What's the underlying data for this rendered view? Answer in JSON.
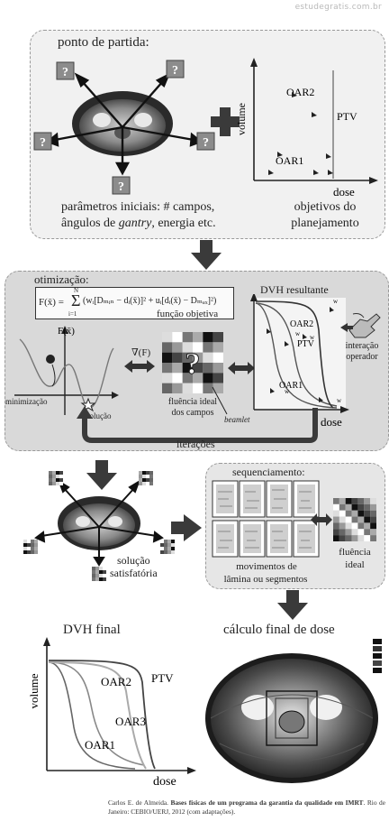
{
  "watermark": "estudegratis.com.br",
  "panel_start": {
    "title": "ponto de partida:",
    "params_line1": "parâmetros iniciais: # campos,",
    "params_line2_a": "ângulos de ",
    "params_line2_gantry": "gantry",
    "params_line2_b": ", energia etc.",
    "objectives_line1": "objetivos do",
    "objectives_line2": "planejamento",
    "plot_ylabel": "volume",
    "plot_xlabel": "dose",
    "oar2": "OAR2",
    "oar1": "OAR1",
    "ptv": "PTV",
    "unknown_mark": "?"
  },
  "panel_opt": {
    "title": "otimização:",
    "formula_lhs": "F(x̄) =",
    "formula_sum_top": "N",
    "formula_sum_bottom": "i=1",
    "formula_body": "(wᵢ[Dₘᵢₙ − dᵢ(x̄)]² + uᵢ[dᵢ(x̄) − Dₘₐₓ]²)",
    "formula_caption": "função objetiva",
    "fx_label": "F(x̄)",
    "minimization": "minimização",
    "solution": "solução",
    "gradient": "∇(F)",
    "fluence_line1": "fluência ideal",
    "fluence_line2": "dos campos",
    "beamlet": "beamlet",
    "dvh_title": "DVH resultante",
    "oar2": "OAR2",
    "ptv": "PTV",
    "oar1": "OAR1",
    "w": "w",
    "dose": "dose",
    "operator_line1": "interação",
    "operator_line2": "operador",
    "iterations": "iterações"
  },
  "panel_result": {
    "solution_line1": "solução",
    "solution_line2": "satisfatória"
  },
  "panel_seq": {
    "title": "sequenciamento:",
    "leaves_line1": "movimentos de",
    "leaves_line2": "lâmina ou segmentos",
    "fluence_line1": "fluência",
    "fluence_line2": "ideal"
  },
  "final_dvh": {
    "title": "DVH final",
    "ylabel": "volume",
    "xlabel": "dose",
    "oar2": "OAR2",
    "ptv": "PTV",
    "oar3": "OAR3",
    "oar1": "OAR1"
  },
  "final_dose": {
    "title": "cálculo final de dose"
  },
  "caption": {
    "author": "Carlos E. de Almeida.",
    "title": "Bases físicas de um programa da garantia da qualidade em IMRT",
    "rest": ". Rio de Janeiro: CEBIO/UERJ, 2012 (com adaptações)."
  }
}
